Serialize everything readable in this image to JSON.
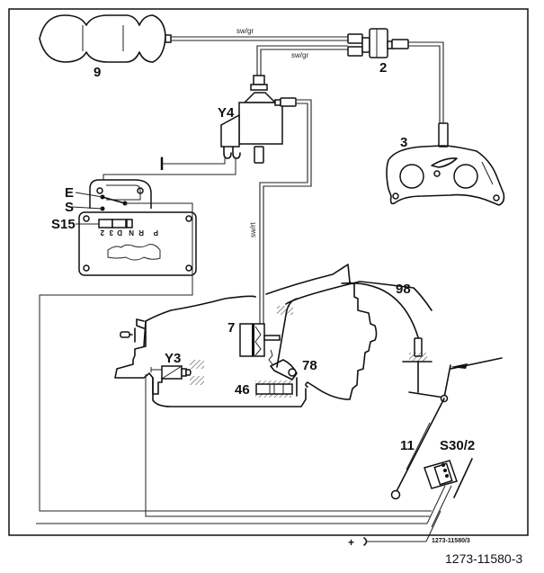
{
  "diagram": {
    "figure_number": "1273-11580-3",
    "inner_reference": "1273-11580/3",
    "components": [
      {
        "id": "9",
        "label": "9",
        "description": "vacuum reservoir"
      },
      {
        "id": "2",
        "label": "2",
        "description": "check valve"
      },
      {
        "id": "3",
        "label": "3",
        "description": "intake manifold connection"
      },
      {
        "id": "Y4",
        "label": "Y4",
        "description": "solenoid valve"
      },
      {
        "id": "E",
        "label": "E",
        "description": "contact E"
      },
      {
        "id": "S",
        "label": "S",
        "description": "contact S"
      },
      {
        "id": "S15",
        "label": "S15",
        "description": "selector lever switch"
      },
      {
        "id": "7",
        "label": "7",
        "description": "vacuum unit"
      },
      {
        "id": "98",
        "label": "98",
        "description": "control cable"
      },
      {
        "id": "78",
        "label": "78",
        "description": "lever"
      },
      {
        "id": "46",
        "label": "46",
        "description": "control valve"
      },
      {
        "id": "Y3",
        "label": "Y3",
        "description": "solenoid valve"
      },
      {
        "id": "11",
        "label": "11",
        "description": "linkage rod"
      },
      {
        "id": "S30/2",
        "label": "S30/2",
        "description": "kickdown switch"
      }
    ],
    "hose_labels": {
      "reservoir_hose": "sw/gr",
      "valve_hose": "sw/gr",
      "vacuum_unit_hose": "sw/rt"
    },
    "selector_gates": [
      "2",
      "3",
      "D",
      "N",
      "R",
      "P"
    ],
    "supply_symbol": "+",
    "ground_symbol": "ground"
  }
}
